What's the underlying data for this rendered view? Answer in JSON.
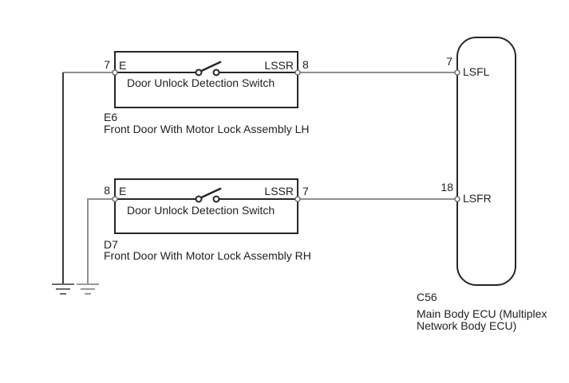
{
  "colors": {
    "background": "#ffffff",
    "component_outline": "#262626",
    "wire": "#8f8f8f",
    "ground_wire_dark": "#3c3c3c",
    "text": "#1f1f1f"
  },
  "switch_lh": {
    "pin_left": "7",
    "terminal_left": "E",
    "terminal_right": "LSSR",
    "pin_right": "8",
    "label": "Door Unlock Detection Switch",
    "code": "E6",
    "name": "Front Door With Motor Lock Assembly LH"
  },
  "switch_rh": {
    "pin_left": "8",
    "terminal_left": "E",
    "terminal_right": "LSSR",
    "pin_right": "7",
    "label": "Door Unlock Detection Switch",
    "code": "D7",
    "name": "Front Door With Motor Lock Assembly RH"
  },
  "ecu": {
    "pin_lsfl": "7",
    "signal_lsfl": "LSFL",
    "pin_lsfr": "18",
    "signal_lsfr": "LSFR",
    "code": "C56",
    "name_line1": "Main Body ECU (Multiplex",
    "name_line2": "Network Body ECU)"
  }
}
